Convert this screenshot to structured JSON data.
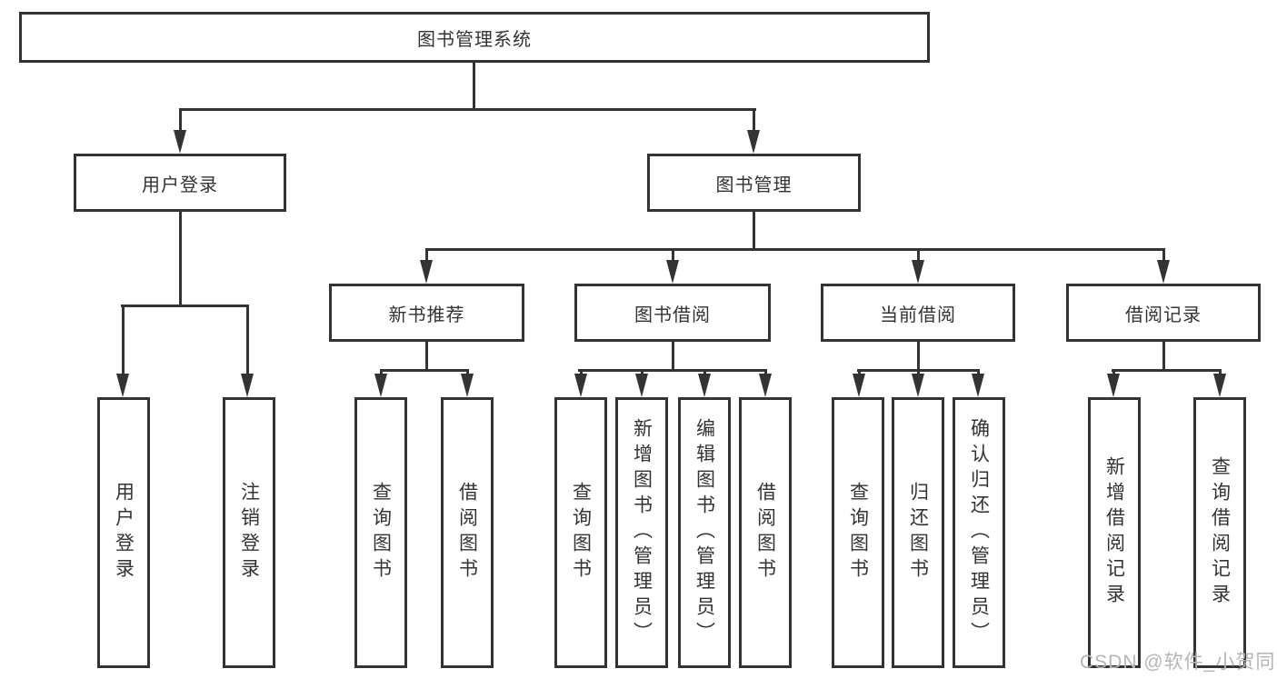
{
  "tree": {
    "root": {
      "label": "图书管理系统"
    },
    "branches": [
      {
        "label": "用户登录",
        "children": [
          {
            "label": "用户登录"
          },
          {
            "label": "注销登录"
          }
        ]
      },
      {
        "label": "图书管理",
        "sections": [
          {
            "label": "新书推荐",
            "children": [
              {
                "label": "查询图书"
              },
              {
                "label": "借阅图书"
              }
            ]
          },
          {
            "label": "图书借阅",
            "children": [
              {
                "label": "查询图书"
              },
              {
                "label": "新增图书（管理员）"
              },
              {
                "label": "编辑图书（管理员）"
              },
              {
                "label": "借阅图书"
              }
            ]
          },
          {
            "label": "当前借阅",
            "children": [
              {
                "label": "查询图书"
              },
              {
                "label": "归还图书"
              },
              {
                "label": "确认归还（管理员）"
              }
            ]
          },
          {
            "label": "借阅记录",
            "children": [
              {
                "label": "新增借阅记录"
              },
              {
                "label": "查询借阅记录"
              }
            ]
          }
        ]
      }
    ]
  },
  "watermark": "CSDN @软件_小贺同学",
  "colors": {
    "line": "#333333",
    "box_background": "#ffffff",
    "text": "#333333",
    "watermark": "#b5b5b5"
  }
}
